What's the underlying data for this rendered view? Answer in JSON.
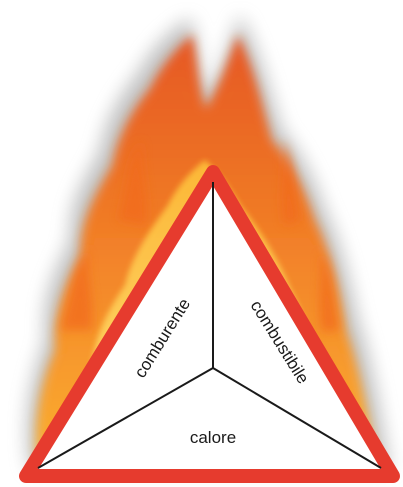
{
  "diagram": {
    "labels": {
      "oxidizer": "comburente",
      "fuel": "combustibile",
      "heat": "calore"
    },
    "colors": {
      "triangle_border": "#e63b2e",
      "triangle_fill": "#ffffff",
      "divider_lines": "#1a1a1a",
      "flame_outer": "#f07a1e",
      "flame_inner": "#ffd23a",
      "flame_smoke": "#9a9a9a"
    },
    "icons": {
      "background": "fire-flames-icon"
    }
  }
}
